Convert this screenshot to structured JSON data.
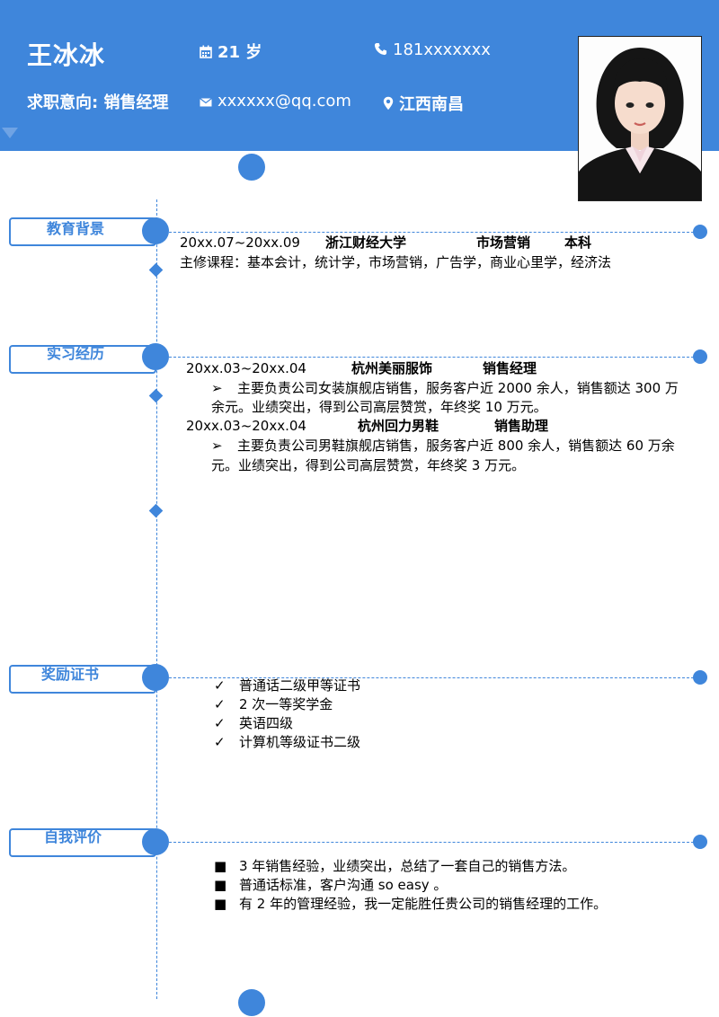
{
  "header": {
    "name": "王冰冰",
    "age": "21 岁",
    "phone": "181xxxxxxx",
    "job_intent": "求职意向: 销售经理",
    "email": "xxxxxx@qq.com",
    "location": "江西南昌",
    "icons": {
      "age": "calendar-icon",
      "phone": "phone-icon",
      "email": "envelope-icon",
      "location": "map-pin-icon"
    }
  },
  "colors": {
    "accent": "#3f86db",
    "text": "#000000"
  },
  "sections": {
    "education": {
      "title": "教育背景",
      "period": "20xx.07~20xx.09",
      "school": "浙江财经大学",
      "major": "市场营销",
      "degree": "本科",
      "courses": "主修课程：基本会计，统计学，市场营销，广告学，商业心里学，经济法"
    },
    "internship": {
      "title": "实习经历",
      "items": [
        {
          "period": "20xx.03~20xx.04",
          "company": "杭州美丽服饰",
          "role": "销售经理",
          "desc_line1": "主要负责公司女装旗舰店销售，服务客户近 2000 余人，销售额达 300 万",
          "desc_line2": "余元。业绩突出，得到公司高层赞赏，年终奖 10 万元。"
        },
        {
          "period": "20xx.03~20xx.04",
          "company": "杭州回力男鞋",
          "role": "销售助理",
          "desc_line1": "主要负责公司男鞋旗舰店销售，服务客户近 800 余人，销售额达 60 万余",
          "desc_line2": "元。业绩突出，得到公司高层赞赏，年终奖 3 万元。"
        }
      ]
    },
    "awards": {
      "title": "奖励证书",
      "items": [
        "普通话二级甲等证书",
        "2 次一等奖学金",
        "英语四级",
        "计算机等级证书二级"
      ]
    },
    "self_eval": {
      "title": "自我评价",
      "items": [
        "3 年销售经验，业绩突出，总结了一套自己的销售方法。",
        "普通话标准，客户沟通 so easy 。",
        "有 2 年的管理经验，我一定能胜任贵公司的销售经理的工作。"
      ]
    }
  }
}
